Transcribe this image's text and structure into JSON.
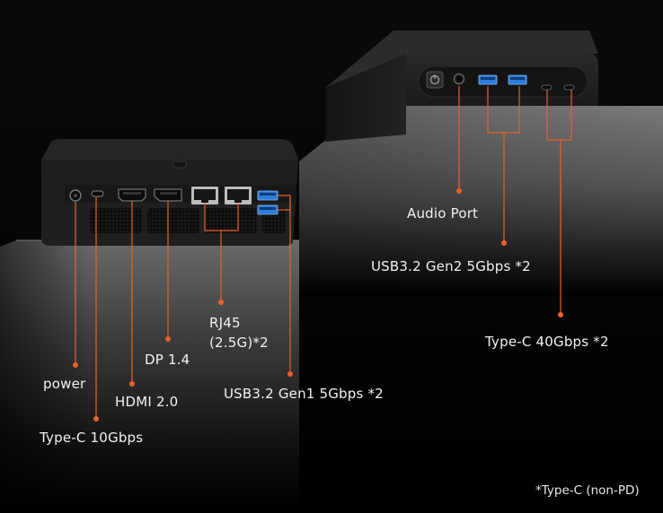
{
  "labels": {
    "audio_port": "Audio Port",
    "usb32_gen2": "USB3.2 Gen2 5Gbps *2",
    "type_c_40": "Type-C 40Gbps *2",
    "rj45_line1": "RJ45",
    "rj45_line2": "(2.5G)*2",
    "dp14": "DP 1.4",
    "power": "power",
    "hdmi20": "HDMI 2.0",
    "usb32_gen1": "USB3.2 Gen1 5Gbps *2",
    "type_c_10": "Type-C  10Gbps"
  },
  "footnote": "*Type-C (non-PD)",
  "colors": {
    "accent": "#e8612c",
    "background": "#000000",
    "device": "#232323",
    "shelf": "#6a6a6a"
  },
  "icons": [
    "power-button-icon",
    "audio-jack-icon",
    "usb-a-port-icon",
    "usb-c-port-icon",
    "hdmi-port-icon",
    "displayport-icon",
    "rj45-port-icon",
    "dc-power-jack-icon"
  ]
}
